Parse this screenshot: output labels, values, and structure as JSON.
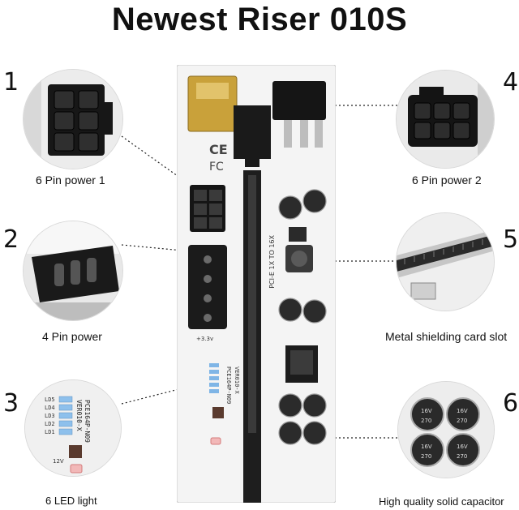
{
  "title": "Newest Riser 010S",
  "callouts": [
    {
      "number": "1",
      "label": "6 Pin power 1"
    },
    {
      "number": "2",
      "label": "4 Pin power"
    },
    {
      "number": "3",
      "label": "6 LED light"
    },
    {
      "number": "4",
      "label": "6 Pin power 2"
    },
    {
      "number": "5",
      "label": "Metal shielding card slot"
    },
    {
      "number": "6",
      "label": "High quality solid capacitor"
    }
  ],
  "board": {
    "model_text": "PCE164P-N09",
    "version_text": "VER010-X",
    "slot_text": "PCI-E 1X TO 16X",
    "cap_text": "16V",
    "cap_value": "270",
    "led_labels": [
      "LD5",
      "LD4",
      "LD3",
      "LD2",
      "LD1"
    ],
    "voltage_label": "12V",
    "voltage_label_3v": "+3.3v"
  },
  "colors": {
    "board": "#f4f4f4",
    "slot": "#1e1e1e",
    "usb": "#c9a13a",
    "connector": "#151515",
    "led": "#7fb5e6"
  }
}
